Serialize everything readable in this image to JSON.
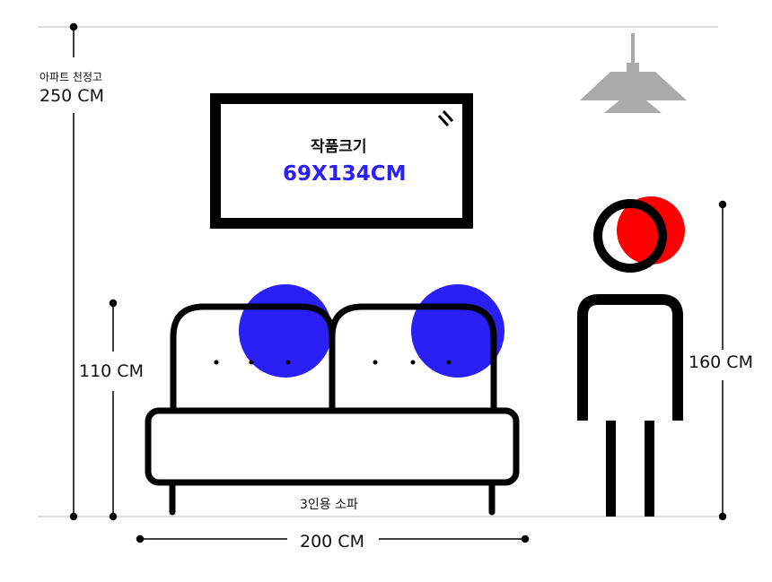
{
  "ceiling": {
    "label": "아파트 천정고",
    "value": "250 CM"
  },
  "artwork": {
    "label": "작품크기",
    "size": "69X134CM"
  },
  "sofa": {
    "height": "110 CM",
    "width": "200 CM",
    "label": "3인용 소파"
  },
  "person": {
    "height": "160 CM"
  },
  "colors": {
    "accent_blue": "#2a1ff5",
    "accent_red": "#ff0000",
    "line": "#bbbbbb"
  }
}
